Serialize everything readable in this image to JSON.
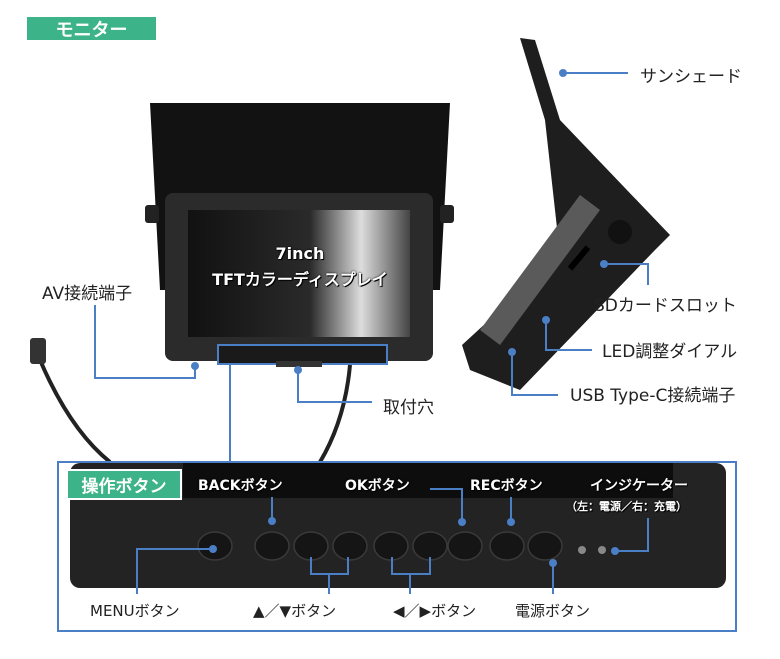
{
  "section_title": "モニター",
  "display_label": {
    "line1": "7inch",
    "line2": "TFTカラーディスプレイ"
  },
  "callouts": {
    "sunshade": "サンシェード",
    "av_port": "AV接続端子",
    "mount_hole": "取付穴",
    "sd_slot": "SDカードスロット",
    "led_dial": "LED調整ダイアル",
    "usb_port": "USB Type-C接続端子"
  },
  "buttons_panel": {
    "title": "操作ボタン",
    "back": "BACKボタン",
    "ok": "OKボタン",
    "rec": "RECボタン",
    "indicator": "インジケーター",
    "indicator_note": "（左：電源／右：充電）",
    "menu": "MENUボタン",
    "up_down": "▲／▼ボタン",
    "left_right": "◀／▶ボタン",
    "power": "電源ボタン"
  },
  "colors": {
    "accent": "#3db38a",
    "leader": "#4a7fc6",
    "device": "#1c1c1c"
  }
}
